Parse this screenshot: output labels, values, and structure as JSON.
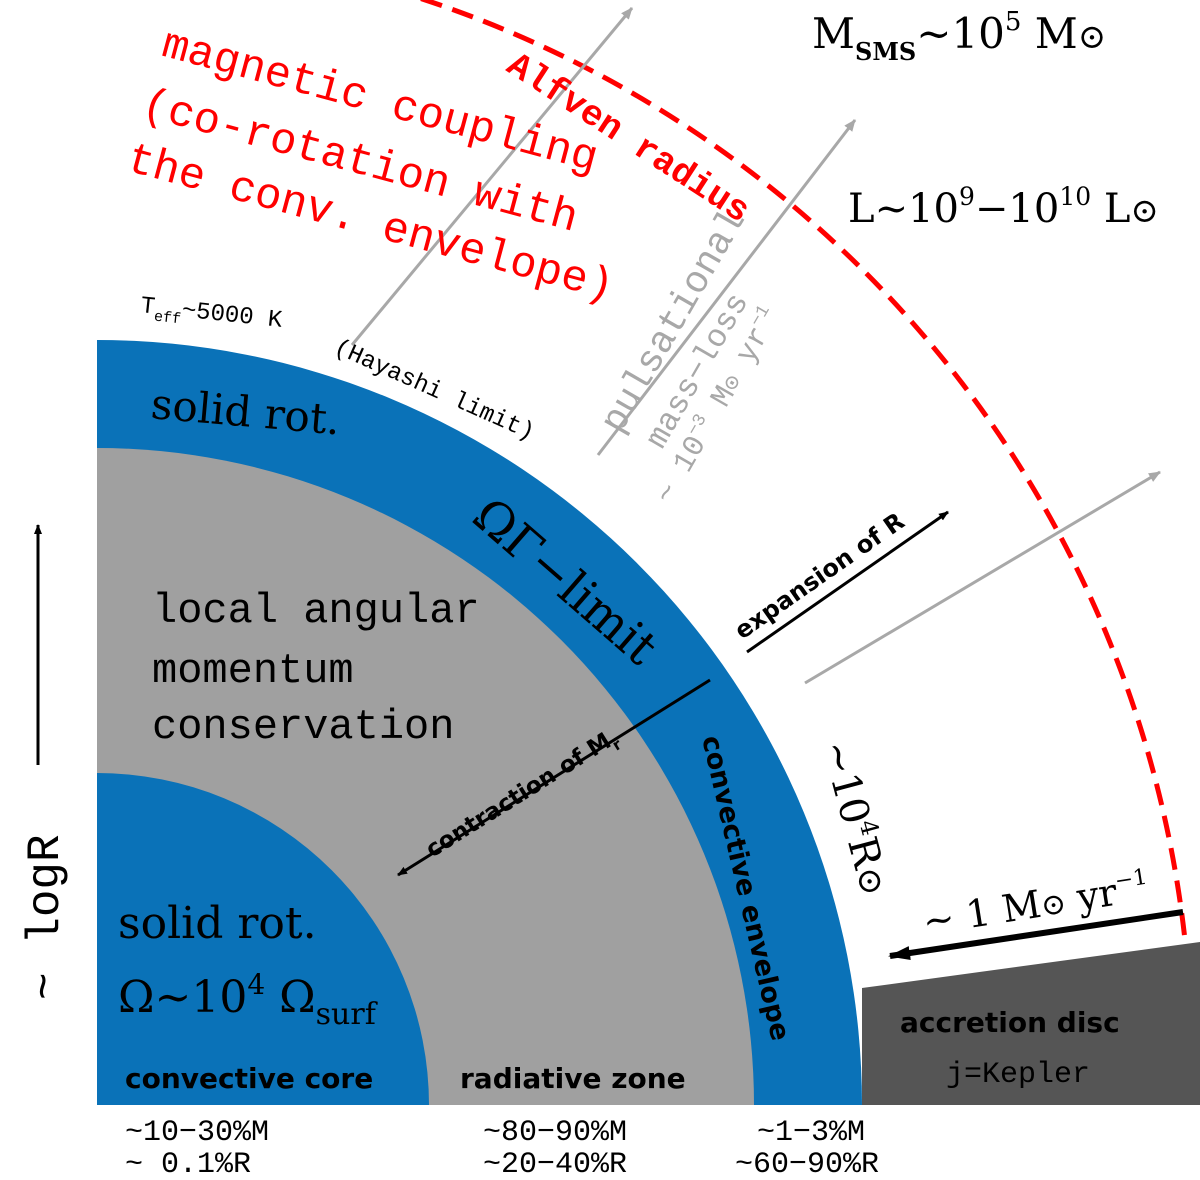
{
  "colors": {
    "convective_blue": "#0a72b8",
    "radiative_gray": "#a0a0a0",
    "disc_gray": "#555555",
    "alfven_red": "#ff0000",
    "arrow_gray": "#a8a8a8",
    "text_black": "#000000"
  },
  "header": {
    "mass": {
      "main": "M",
      "sub": "SMS",
      "rest": "~10",
      "sup": "5",
      "unit": " M",
      "sun": "⊙"
    },
    "luminosity": {
      "main": "L~10",
      "sup1": "9",
      "mid": "−10",
      "sup2": "10",
      "unit": " L",
      "sun": "⊙"
    }
  },
  "alfven": {
    "label": "Alfven radius",
    "coupling_lines": [
      "magnetic coupling",
      "(co-rotation with",
      "the conv. envelope)"
    ]
  },
  "surface": {
    "teff_main": "T",
    "teff_sub": "eff",
    "teff_rest": "~5000 K",
    "hayashi": "(Hayashi limit)"
  },
  "mass_loss": {
    "line1": "pulsational",
    "line2": "mass−loss",
    "line3_pre": "~ 10",
    "line3_sup": "−3",
    "line3_unit": " M",
    "line3_sun": "⊙",
    "line3_yr": " yr",
    "line3_yr_sup": "−1"
  },
  "regions": {
    "outer_solid_rot": "solid rot.",
    "omega_gamma": "ΩΓ−limit",
    "local_lines": [
      "local angular",
      "momentum",
      "conservation"
    ],
    "core_solid_rot": "solid rot.",
    "core_omega_main": "Ω~10",
    "core_omega_sup": "4",
    "core_omega_rest": " Ω",
    "core_omega_sub": "surf"
  },
  "arrows": {
    "expansion": "expansion of R",
    "contraction_main": "contraction of M",
    "contraction_sub": "r"
  },
  "envelope": {
    "label": "convective envelope",
    "radius_pre": "~10",
    "radius_sup": "4",
    "radius_unit": "R",
    "radius_sun": "⊙"
  },
  "accretion": {
    "rate_pre": "~ 1 M",
    "rate_sun": "⊙",
    "rate_yr": " yr",
    "rate_sup": "−1",
    "disc_label": "accretion disc",
    "j_label": "j=Kepler"
  },
  "zones": {
    "core": "convective core",
    "radiative": "radiative zone"
  },
  "fractions": {
    "core_mass": "~10−30%M",
    "core_radius": "~ 0.1%R",
    "radiative_mass": "~80−90%M",
    "radiative_radius": "~20−40%R",
    "envelope_mass": "~1−3%M",
    "envelope_radius": "~60−90%R"
  },
  "axis": {
    "label": "~ logR"
  }
}
